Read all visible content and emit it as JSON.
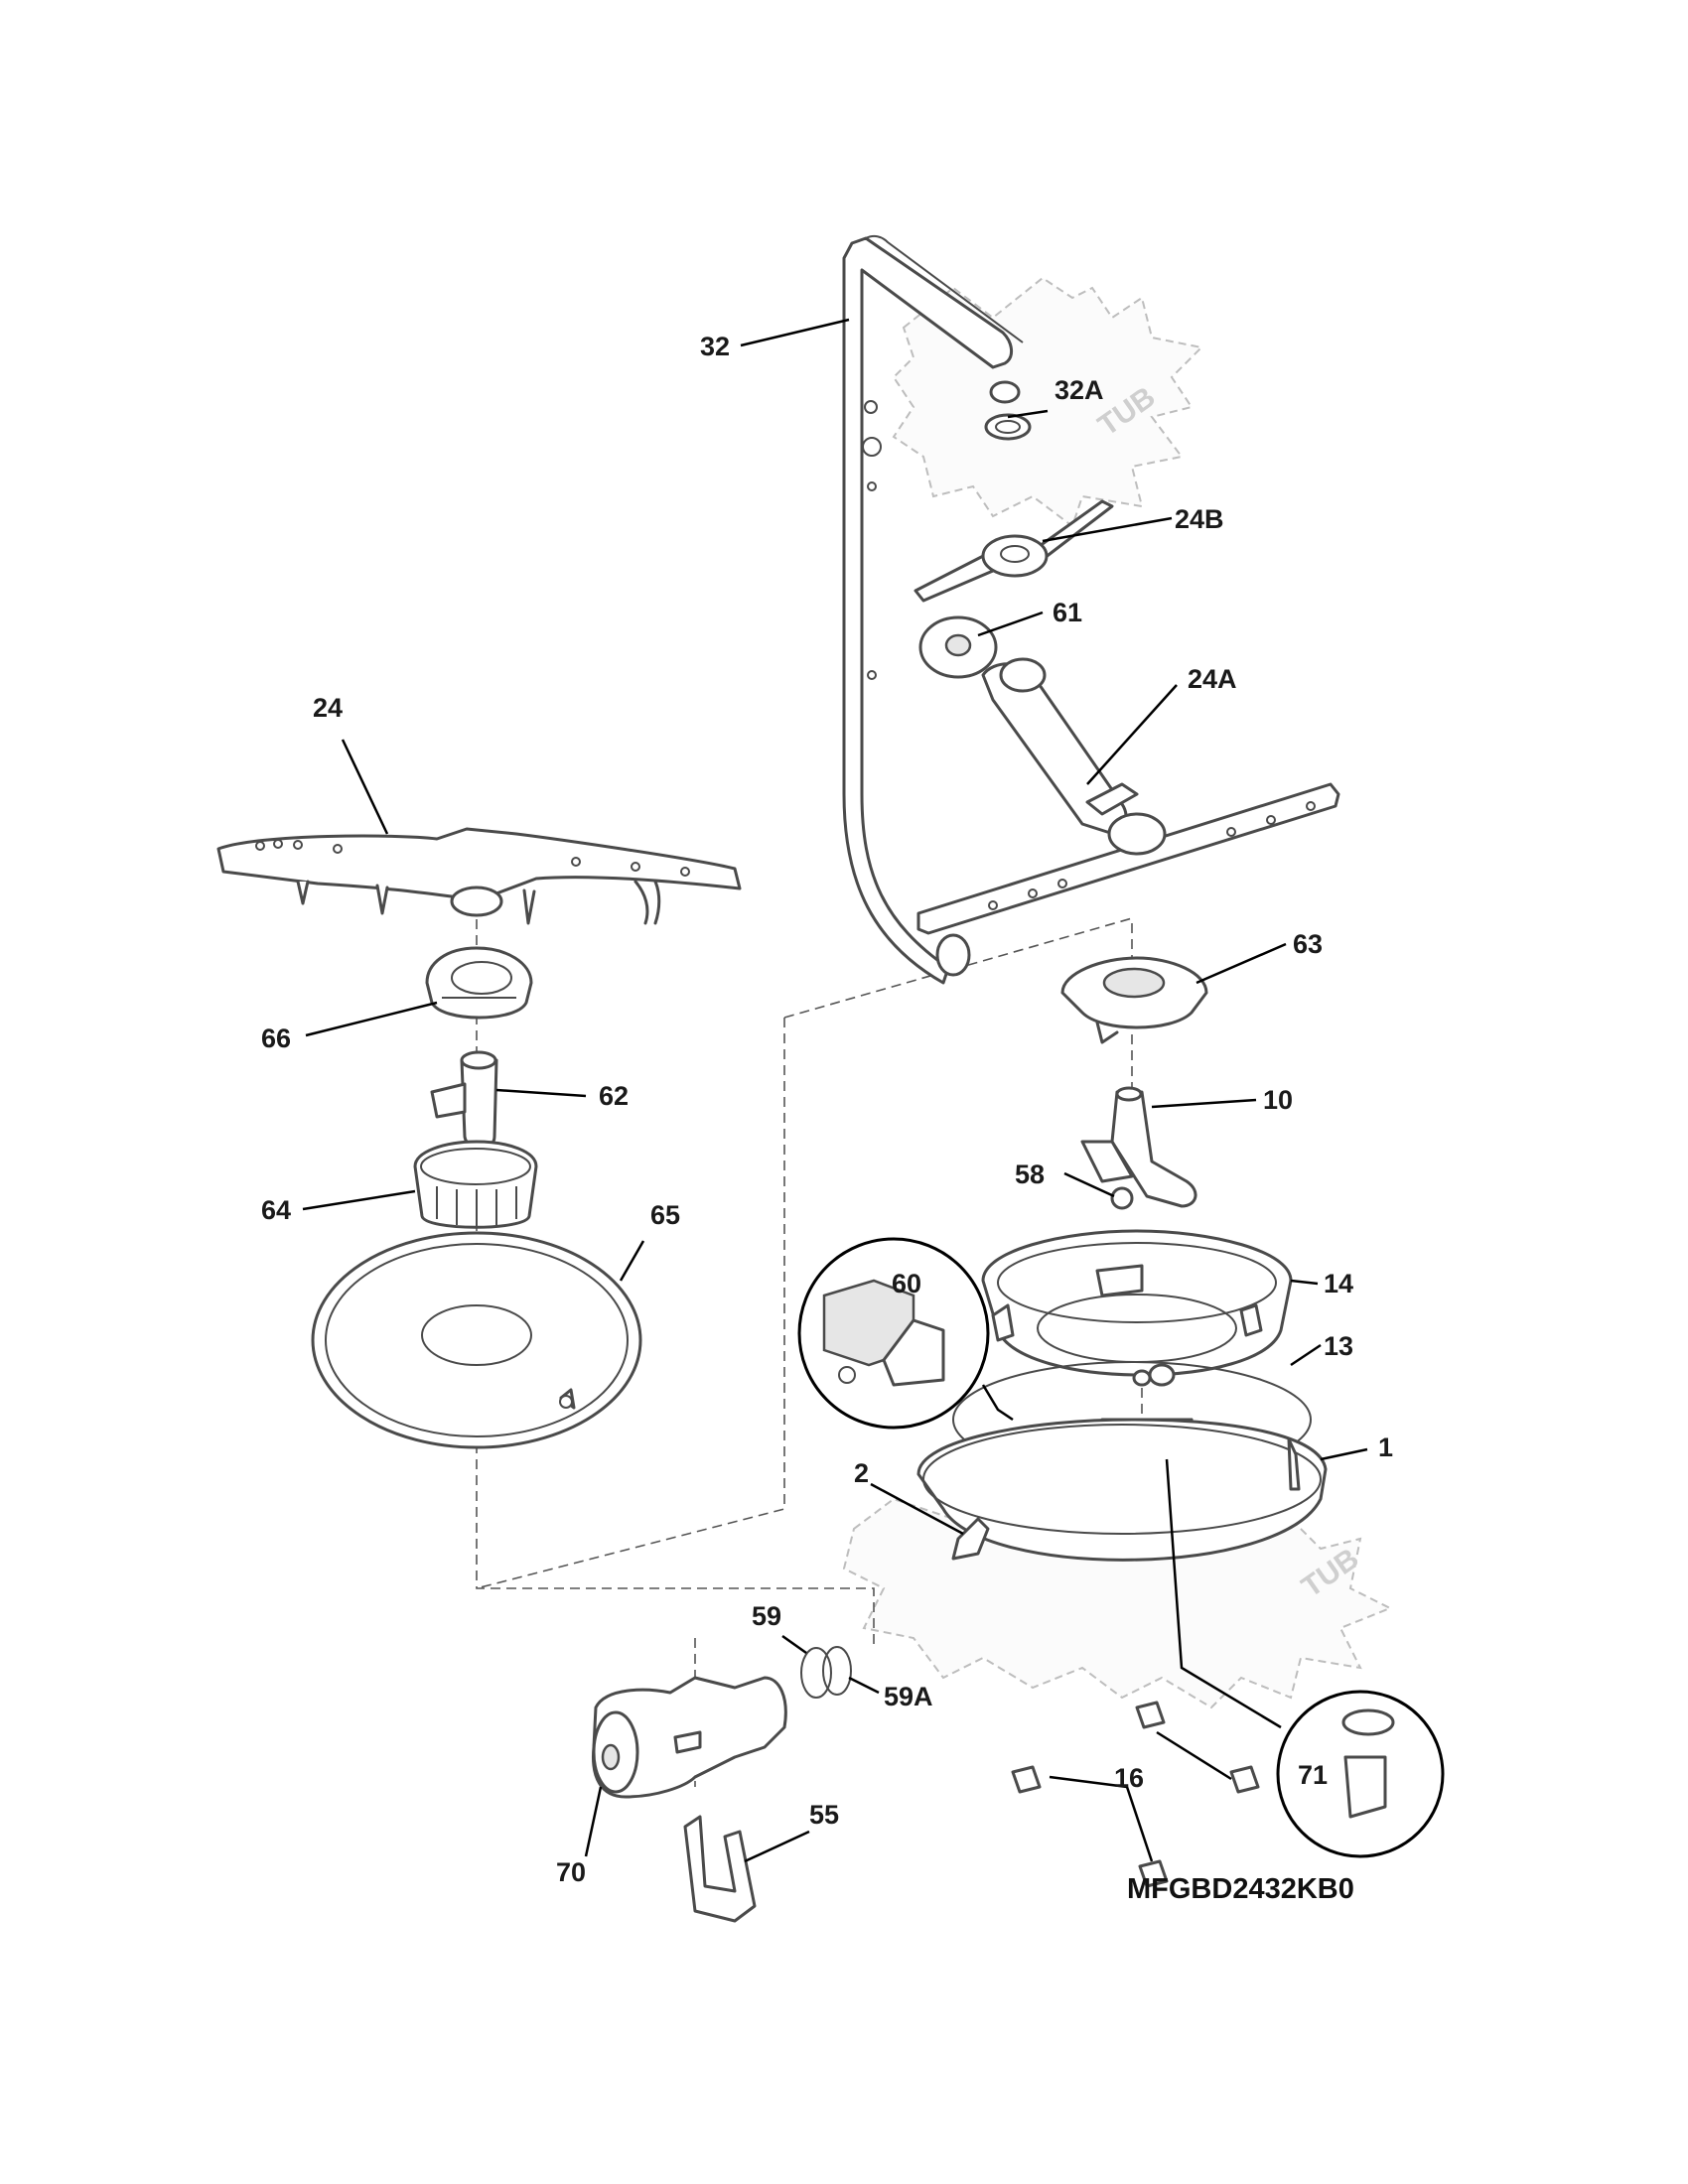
{
  "diagram": {
    "model_number": "MFGBD2432KB0",
    "watermark_text": "TUB",
    "callouts": {
      "p1": "1",
      "p2": "2",
      "p10": "10",
      "p13": "13",
      "p14": "14",
      "p16": "16",
      "p24": "24",
      "p24a": "24A",
      "p24b": "24B",
      "p32": "32",
      "p32a": "32A",
      "p55": "55",
      "p58": "58",
      "p59": "59",
      "p59a": "59A",
      "p60": "60",
      "p61": "61",
      "p62": "62",
      "p63": "63",
      "p64": "64",
      "p65": "65",
      "p66": "66",
      "p70": "70",
      "p71": "71"
    }
  }
}
